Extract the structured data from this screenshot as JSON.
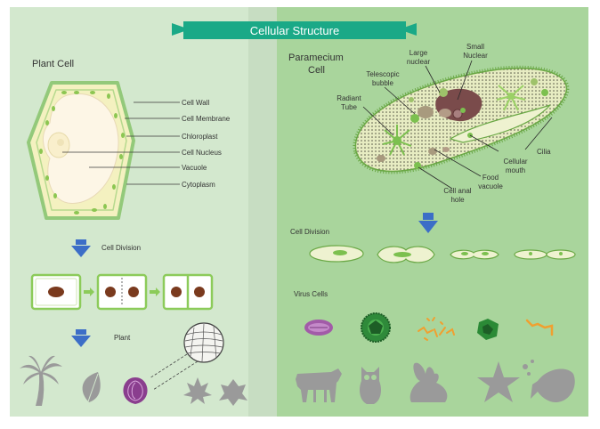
{
  "title": "Cellular Structure",
  "plant": {
    "heading": "Plant Cell",
    "labels": {
      "wall": "Cell Wall",
      "membrane": "Cell Membrane",
      "chloroplast": "Chloroplast",
      "nucleus": "Cell Nucleus",
      "vacuole": "Vacuole",
      "cytoplasm": "Cytoplasm"
    },
    "division_label": "Cell Division",
    "plant_label": "Plant"
  },
  "paramecium": {
    "heading_line1": "Paramecium",
    "heading_line2": "Cell",
    "labels": {
      "large_nuclear_1": "Large",
      "large_nuclear_2": "nuclear",
      "small_nuclear_1": "Small",
      "small_nuclear_2": "Nuclear",
      "telescopic_1": "Telescopic",
      "telescopic_2": "bubble",
      "radiant_1": "Radiant",
      "radiant_2": "Tube",
      "cilia": "Cilia",
      "cellular_mouth_1": "Cellular",
      "cellular_mouth_2": "mouth",
      "food_vacuole_1": "Food",
      "food_vacuole_2": "vacuole",
      "cell_anal_1": "Cell anal",
      "cell_anal_2": "hole"
    },
    "division_label": "Cell Division",
    "virus_label": "Virus Cells"
  },
  "colors": {
    "left_panel": "#d3e8ce",
    "right_panel": "#a9d59c",
    "divider": "#c7ddc2",
    "banner": "#1aa987",
    "arrow": "#3c6ec7",
    "membrane": "#93c97a",
    "chloroplast": "#7cc04f",
    "nucleus": "#7a3a1e",
    "silhouette": "#9a9a9a",
    "purple": "#8a3e8e"
  },
  "icons": [
    "palm-tree-icon",
    "leaf-icon",
    "onion-icon",
    "maple-leaf-icon",
    "ivy-leaf-icon",
    "cow-icon",
    "owl-icon",
    "rabbit-icon",
    "starfish-icon",
    "fish-icon",
    "globe-icon"
  ]
}
